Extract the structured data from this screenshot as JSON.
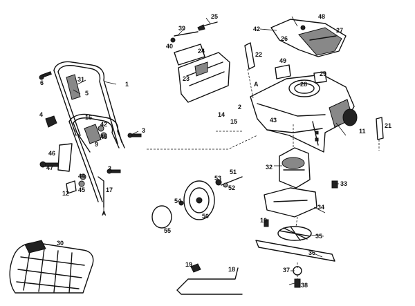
{
  "labels": {
    "c1": "1",
    "c3": "3",
    "c3b": "3",
    "c4": "4",
    "c5": "5",
    "c6": "6",
    "c9": "9",
    "c10": "10",
    "c11": "11",
    "c12": "12",
    "c14": "14",
    "c15": "15",
    "c16": "16",
    "c17": "17",
    "c18": "18",
    "c19": "19",
    "c21": "21",
    "c22": "22",
    "c23": "23",
    "c24": "24",
    "c25": "25",
    "c26": "26",
    "c27": "27",
    "c28": "28",
    "c29": "29",
    "c30": "30",
    "c31": "31",
    "c32": "32",
    "c33": "33",
    "c34": "34",
    "c35": "35",
    "c36": "36",
    "c37": "37",
    "c38": "38",
    "c39": "39",
    "c40": "40",
    "c42": "42",
    "c42b": "42",
    "c43": "43",
    "c44": "44",
    "c45": "45",
    "c45b": "45",
    "c46": "46",
    "c47": "47",
    "c48": "48",
    "c49": "49",
    "c50": "50",
    "c51": "51",
    "c52": "52",
    "c53": "53",
    "c54": "54",
    "c55": "55",
    "c2": "2",
    "refA1": "A",
    "refA2": "A"
  }
}
